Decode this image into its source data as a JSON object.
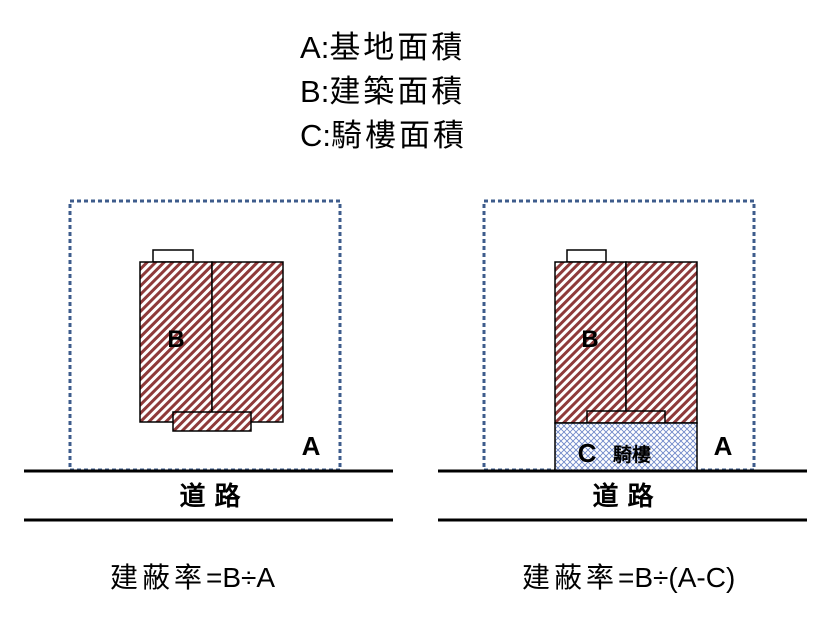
{
  "legend": [
    {
      "key": "A",
      "sep": ":",
      "text": "基地面積"
    },
    {
      "key": "B",
      "sep": ":",
      "text": "建築面積"
    },
    {
      "key": "C",
      "sep": ":",
      "text": "騎樓面積"
    }
  ],
  "left_panel": {
    "building_label": "B",
    "site_label": "A",
    "road_label": "道 路",
    "formula_cjk": "建蔽率",
    "formula_expr": "=B÷A"
  },
  "right_panel": {
    "building_label": "B",
    "arcade_label": "C",
    "arcade_text": "騎樓",
    "site_label": "A",
    "road_label": "道 路",
    "formula_cjk": "建蔽率",
    "formula_expr": "=B÷(A-C)"
  },
  "colors": {
    "site_border": "#3e5c8c",
    "hatch": "#8e3a3a",
    "crosshatch": "#6f88c9",
    "line": "#000000"
  }
}
